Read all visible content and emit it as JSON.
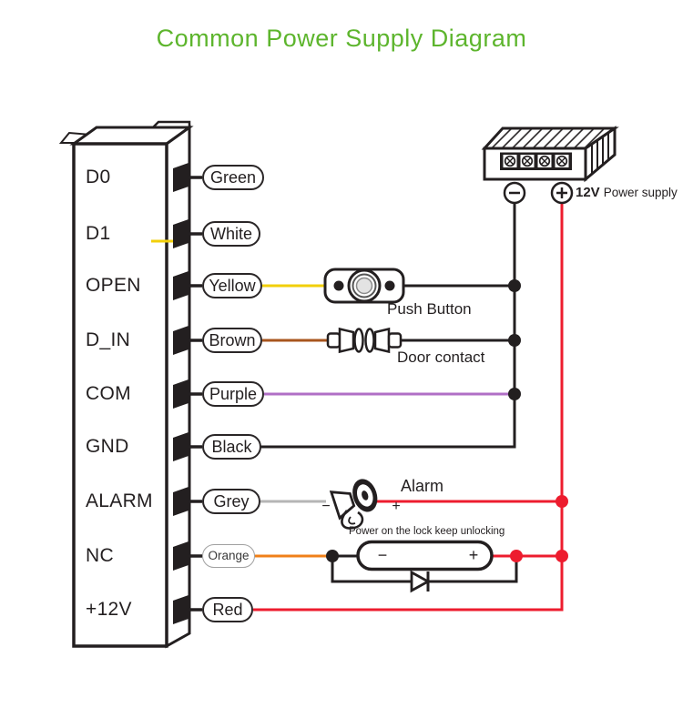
{
  "title": {
    "text": "Common Power Supply Diagram",
    "color": "#5db52d"
  },
  "device": {
    "terminals": [
      {
        "name": "D0",
        "wire_label": "Green"
      },
      {
        "name": "D1",
        "wire_label": "White"
      },
      {
        "name": "OPEN",
        "wire_label": "Yellow"
      },
      {
        "name": "D_IN",
        "wire_label": "Brown"
      },
      {
        "name": "COM",
        "wire_label": "Purple"
      },
      {
        "name": "GND",
        "wire_label": "Black"
      },
      {
        "name": "ALARM",
        "wire_label": "Grey"
      },
      {
        "name": "NC",
        "wire_label": "Orange"
      },
      {
        "name": "+12V",
        "wire_label": "Red"
      }
    ]
  },
  "wire_colors": {
    "yellow": "#f2cf0a",
    "brown": "#a8551e",
    "purple": "#b06fc6",
    "grey": "#b5b5b5",
    "orange": "#f08019",
    "red": "#ed1c2e",
    "black": "#231f20"
  },
  "components": {
    "push_button": {
      "label": "Push Button"
    },
    "door_contact": {
      "label": "Door contact"
    },
    "alarm": {
      "label": "Alarm",
      "minus": "−",
      "plus": "+"
    },
    "lock": {
      "note": "Power on the lock keep unlocking",
      "minus": "−",
      "plus": "+"
    },
    "power_supply": {
      "voltage": "12V",
      "label": "Power supply"
    }
  }
}
